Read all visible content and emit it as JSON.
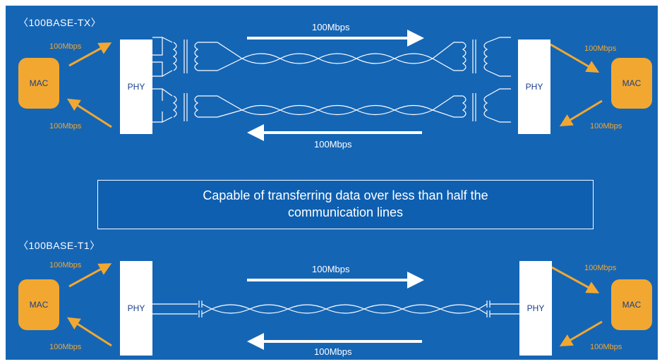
{
  "sections": {
    "tx": {
      "title": "〈100BASE-TX〉",
      "phy_label": "PHY",
      "mac_label": "MAC",
      "forward_rate": "100Mbps",
      "reverse_rate": "100Mbps",
      "mac_left_out": "100Mbps",
      "mac_left_in": "100Mbps",
      "mac_right_in": "100Mbps",
      "mac_right_out": "100Mbps"
    },
    "t1": {
      "title": "〈100BASE-T1〉",
      "phy_label": "PHY",
      "mac_label": "MAC",
      "forward_rate": "100Mbps",
      "reverse_rate": "100Mbps",
      "mac_left_out": "100Mbps",
      "mac_left_in": "100Mbps",
      "mac_right_in": "100Mbps",
      "mac_right_out": "100Mbps"
    }
  },
  "callout": {
    "line1": "Capable of transferring data over less than half the",
    "line2": "communication lines"
  },
  "colors": {
    "background": "#1565b5",
    "mac_fill": "#f2a830",
    "arrow_orange": "#f2a830",
    "phy_fill": "#ffffff",
    "label_blue": "#1a3d8a"
  }
}
